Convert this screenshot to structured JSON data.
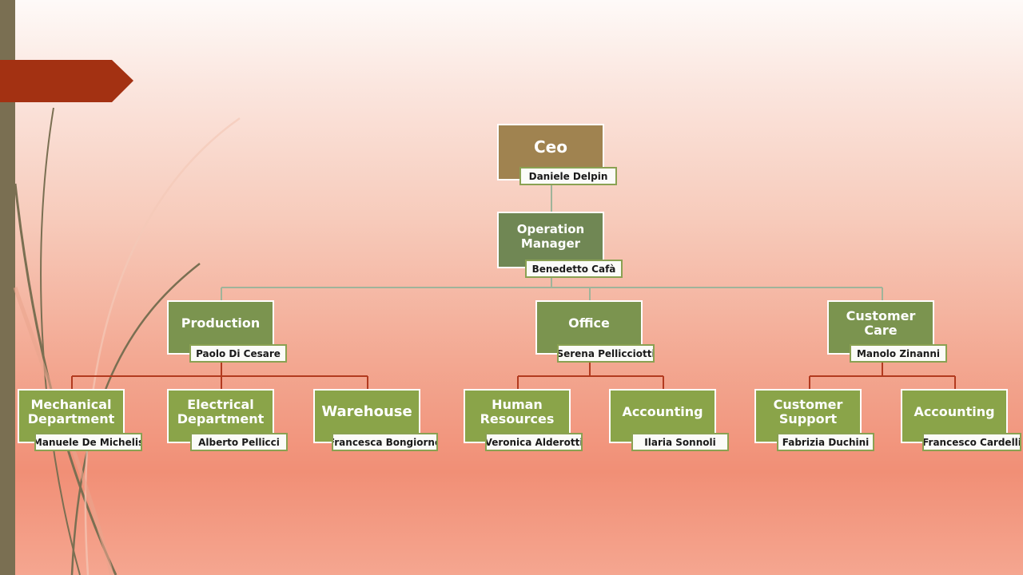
{
  "org_chart": {
    "ceo": {
      "title": "Ceo",
      "name": "Daniele Delpin"
    },
    "manager": {
      "title": "Operation Manager",
      "name": "Benedetto Cafà"
    },
    "departments": [
      {
        "title": "Production",
        "name": "Paolo Di Cesare",
        "units": [
          {
            "title": "Mechanical Department",
            "name": "Manuele De Michelis"
          },
          {
            "title": "Electrical Department",
            "name": "Alberto Pellicci"
          },
          {
            "title": "Warehouse",
            "name": "Francesca Bongiorno"
          }
        ]
      },
      {
        "title": "Office",
        "name": "Serena Pellicciotti",
        "units": [
          {
            "title": "Human Resources",
            "name": "Veronica Alderotti"
          },
          {
            "title": "Accounting",
            "name": "Ilaria Sonnoli"
          }
        ]
      },
      {
        "title": "Customer Care",
        "name": "Manolo Zinanni",
        "units": [
          {
            "title": "Customer Support",
            "name": "Fabrizia Duchini"
          },
          {
            "title": "Accounting",
            "name": "Francesco Cardelli"
          }
        ]
      }
    ]
  },
  "colors": {
    "ceo_box": "#a08350",
    "manager_box": "#708754",
    "department_box": "#7b944f",
    "unit_box": "#8aa449",
    "accent_tab": "#a33112",
    "side_bar": "#7a6f52",
    "connector_top": "#9fb49a",
    "connector_bottom": "#b23a1f"
  }
}
